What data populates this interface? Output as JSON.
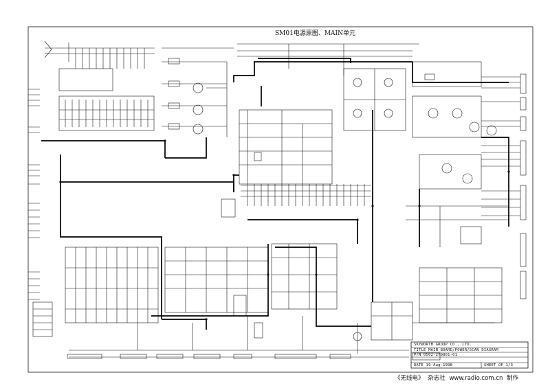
{
  "diagram": {
    "title": "SM01电源原图、MAIN单元"
  },
  "title_block": {
    "company": "SKYWORTH GROUP CO., LTD.",
    "title": "TITLE  MAIN BOARD/POWER/SCAN DIAGRAM",
    "part_no": "P/N  0502-2Y0801-01",
    "date": "DATE  19-Aug-1998",
    "sheet": "SHEET OF 1/3"
  },
  "credit": {
    "magazine": "《无线电》",
    "publisher": "杂志社",
    "url": "www.radio.com.cn",
    "suffix": "制作"
  },
  "colors": {
    "ink": "#111111",
    "paper": "#ffffff"
  }
}
